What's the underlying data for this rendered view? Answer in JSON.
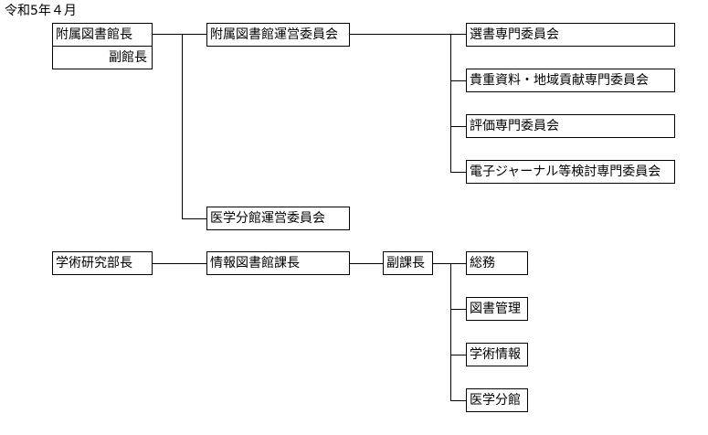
{
  "header": {
    "date": "令和5年４月"
  },
  "org": {
    "director": "附属図書館長",
    "vice_director": "副館長",
    "steering_committee": "附属図書館運営委員会",
    "medical_branch_committee": "医学分館運営委員会",
    "committees": [
      "選書専門委員会",
      "貴重資料・地域貢献専門委員会",
      "評価専門委員会",
      "電子ジャーナル等検討専門委員会"
    ],
    "academic_dept_head": "学術研究部長",
    "info_library_section_chief": "情報図書館課長",
    "deputy_section_chief": "副課長",
    "units": [
      "総務",
      "図書管理",
      "学術情報",
      "医学分館"
    ]
  }
}
